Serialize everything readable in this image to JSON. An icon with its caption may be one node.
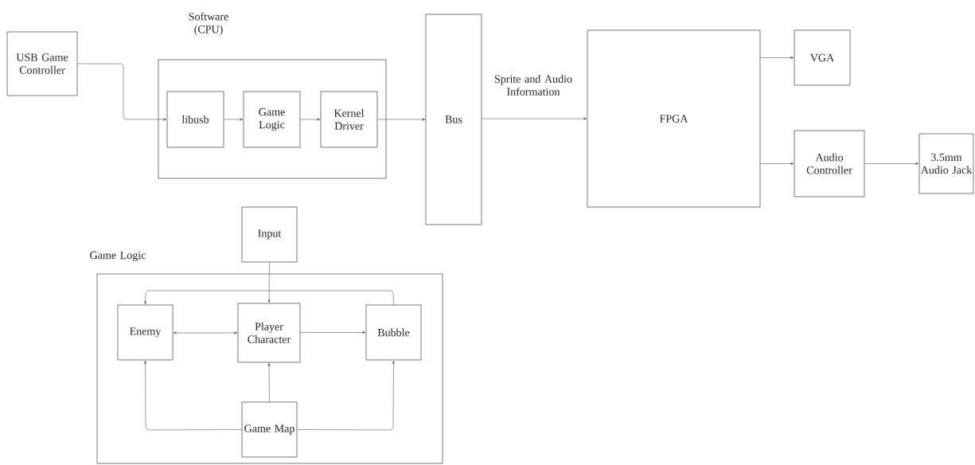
{
  "diagram": {
    "nodes": [
      {
        "text": [
          "USB Game Controller"
        ]
      },
      {
        "text": [
          "Software (CPU)"
        ]
      },
      {
        "text": [
          "libusb"
        ],
        "in": 1
      },
      {
        "text": [
          "Game Logic"
        ],
        "in": 1
      },
      {
        "text": [
          "Kernel Driver"
        ],
        "in": 1
      },
      {
        "text": [
          "Bus"
        ]
      },
      {
        "text": [
          "FPGA"
        ]
      },
      {
        "text": [
          "VGA"
        ]
      },
      {
        "text": [
          "Audio Controller"
        ]
      },
      {
        "text": [
          "3.5mm Audio Jack"
        ]
      },
      {
        "text": [
          "Input"
        ]
      },
      {
        "text": [
          "Game Logic"
        ]
      },
      {
        "text": [
          "Enemy"
        ],
        "in": 11
      },
      {
        "text": [
          "Player Character"
        ],
        "in": 11
      },
      {
        "text": [
          "Bubble"
        ],
        "in": 11
      },
      {
        "text": [
          "Game Map"
        ],
        "in": 11
      }
    ],
    "edges": [
      {
        "from": 0,
        "to": 2,
        "arrow": "to"
      },
      {
        "from": 2,
        "to": 3,
        "arrow": "to"
      },
      {
        "from": 3,
        "to": 4,
        "arrow": "to"
      },
      {
        "from": 4,
        "to": 5,
        "arrow": "to"
      },
      {
        "from": 5,
        "to": 6,
        "arrow": "to",
        "label": "Sprite and Audio Information"
      },
      {
        "from": 6,
        "to": 7,
        "arrow": "to"
      },
      {
        "from": 6,
        "to": 8,
        "arrow": "to"
      },
      {
        "from": 8,
        "to": 9,
        "arrow": "to"
      },
      {
        "from": 10,
        "to": 13,
        "arrow": "to"
      },
      {
        "from": 14,
        "to": 12,
        "arrow": "to"
      },
      {
        "from": 12,
        "to": 13,
        "arrow": "both"
      },
      {
        "from": 13,
        "to": 14,
        "arrow": "to"
      },
      {
        "from": 15,
        "to": 13,
        "arrow": "to"
      },
      {
        "from": 15,
        "to": 12,
        "arrow": "to"
      },
      {
        "from": 15,
        "to": 14,
        "arrow": "to"
      }
    ]
  }
}
